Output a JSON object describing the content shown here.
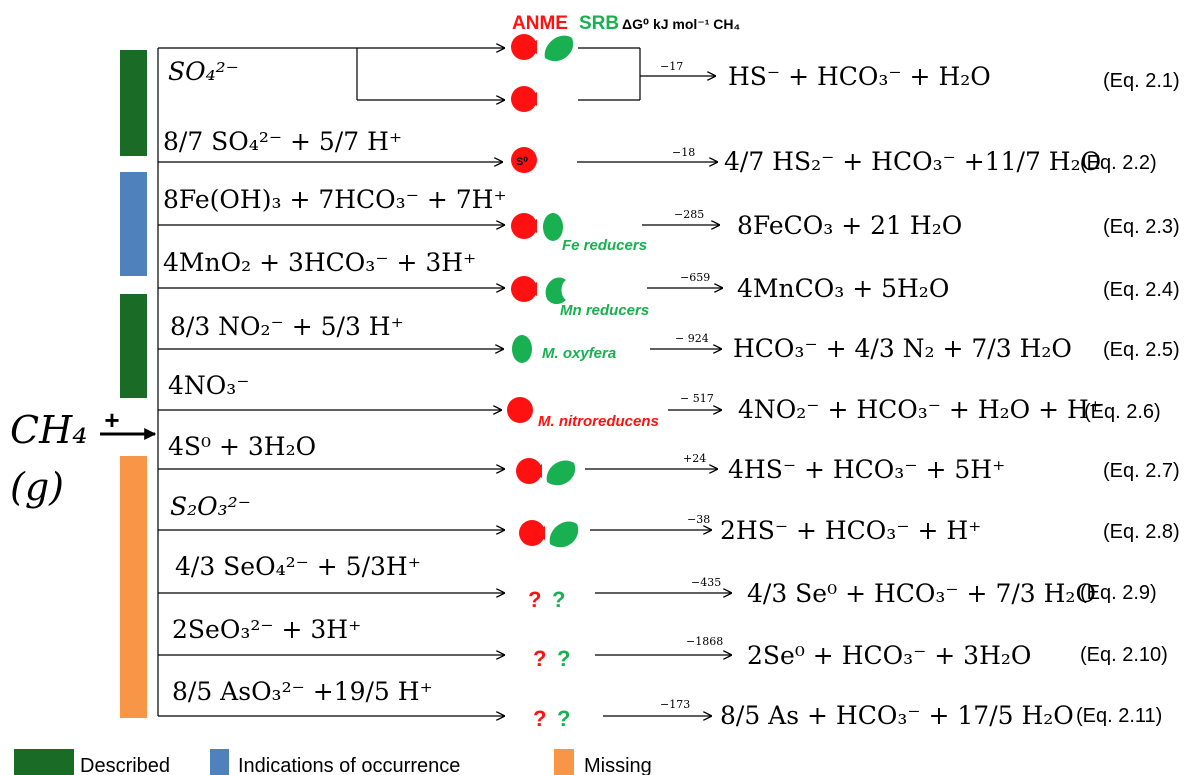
{
  "colors": {
    "anme": "#ff1111",
    "srb": "#18b050",
    "described": "#1a6b25",
    "indications": "#4f81bd",
    "missing": "#f79646"
  },
  "header": {
    "anme": "ANME",
    "srb": "SRB",
    "dg_label": "ΔG⁰ kJ mol⁻¹ CH₄"
  },
  "methane": {
    "formula": "CH₄",
    "phase": "(g)",
    "plus": "+"
  },
  "reactions": [
    {
      "id": "2.1",
      "oxidant": "SO₄²⁻",
      "dg": "−17",
      "products": "HS⁻ + HCO₃⁻ + H₂O",
      "eq": "(Eq. 2.1)",
      "organisms": "anme+srb"
    },
    {
      "id": "2.2",
      "oxidant": "8/7 SO₄²⁻ + 5/7 H⁺",
      "dg": "−18",
      "products": "4/7 HS₂⁻ + HCO₃⁻ +11/7 H₂O",
      "eq": "(Eq. 2.2)",
      "organisms": "anme-s0",
      "s0": "S⁰"
    },
    {
      "id": "2.3",
      "oxidant": "8Fe(OH)₃ + 7HCO₃⁻ + 7H⁺",
      "dg": "−285",
      "products": "8FeCO₃ + 21 H₂O",
      "eq": "(Eq. 2.3)",
      "organisms": "anme+fe",
      "label": "Fe reducers"
    },
    {
      "id": "2.4",
      "oxidant": "4MnO₂ + 3HCO₃⁻ + 3H⁺",
      "dg": "−659",
      "products": "4MnCO₃ + 5H₂O",
      "eq": "(Eq. 2.4)",
      "organisms": "anme+mn",
      "label": "Mn reducers"
    },
    {
      "id": "2.5",
      "oxidant": "8/3 NO₂⁻ + 5/3 H⁺",
      "dg": "− 924",
      "products": "HCO₃⁻ + 4/3 N₂ + 7/3 H₂O",
      "eq": "(Eq. 2.5)",
      "organisms": "oxyfera",
      "label": "M. oxyfera"
    },
    {
      "id": "2.6",
      "oxidant": "4NO₃⁻",
      "dg": "− 517",
      "products": "4NO₂⁻ + HCO₃⁻ + H₂O + H⁺",
      "eq": "(Eq. 2.6)",
      "organisms": "nitroreducens",
      "label": "M. nitroreducens"
    },
    {
      "id": "2.7",
      "oxidant": "4S⁰ + 3H₂O",
      "dg": "+24",
      "products": "4HS⁻ + HCO₃⁻ + 5H⁺",
      "eq": "(Eq. 2.7)",
      "organisms": "anme+srb"
    },
    {
      "id": "2.8",
      "oxidant": "S₂O₃²⁻",
      "dg": "−38",
      "products": "2HS⁻ + HCO₃⁻ + H⁺",
      "eq": "(Eq. 2.8)",
      "organisms": "anme+srb"
    },
    {
      "id": "2.9",
      "oxidant": "4/3 SeO₄²⁻ + 5/3H⁺",
      "dg": "−435",
      "products": "4/3 Se⁰ + HCO₃⁻ + 7/3 H₂O",
      "eq": "(Eq. 2.9)",
      "organisms": "unknown"
    },
    {
      "id": "2.10",
      "oxidant": "2SeO₃²⁻ + 3H⁺",
      "dg": "−1868",
      "products": "2Se⁰ + HCO₃⁻ + 3H₂O",
      "eq": "(Eq. 2.10)",
      "organisms": "unknown"
    },
    {
      "id": "2.11",
      "oxidant": "8/5 AsO₃²⁻ +19/5 H⁺",
      "dg": "−173",
      "products": "8/5 As + HCO₃⁻ + 17/5 H₂O",
      "eq": "(Eq. 2.11)",
      "organisms": "unknown"
    }
  ],
  "unknown_mark": "?",
  "legend": [
    {
      "label": "Described",
      "color": "#1a6b25"
    },
    {
      "label": "Indications of occurrence",
      "color": "#4f81bd"
    },
    {
      "label": "Missing",
      "color": "#f79646"
    }
  ]
}
